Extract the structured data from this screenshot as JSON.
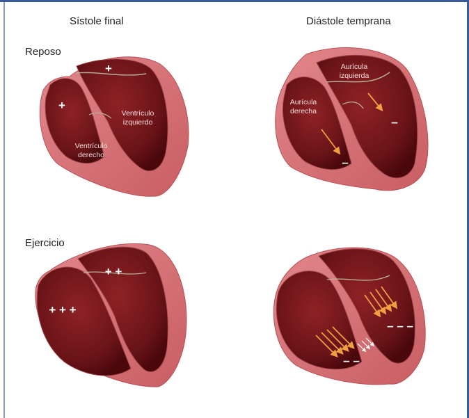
{
  "columns": {
    "systole": "Sístole final",
    "diastole": "Diástole temprana"
  },
  "rows": {
    "rest": "Reposo",
    "exercise": "Ejercicio"
  },
  "labels": {
    "left_ventricle_line1": "Ventrículo",
    "left_ventricle_line2": "izquierdo",
    "right_ventricle_line1": "Ventrículo",
    "right_ventricle_line2": "derecho",
    "left_atrium_line1": "Aurícula",
    "left_atrium_line2": "izquierda",
    "right_atrium_line1": "Aurícula",
    "right_atrium_line2": "derecha"
  },
  "signs": {
    "rest_systole_lv": "+",
    "rest_systole_rv": "+",
    "rest_diastole_la": "–",
    "rest_diastole_ra": "–",
    "exercise_systole_lv": "+ +",
    "exercise_systole_rv": "+ + +",
    "exercise_diastole_lv": "– – –",
    "exercise_diastole_rv": "– –"
  },
  "colors": {
    "border": "#3b5a9a",
    "myocardium": "#d9757a",
    "chamber_dark": "#5e0d12",
    "chamber_mid": "#8a1e22",
    "arrow_orange": "#f0a040"
  }
}
